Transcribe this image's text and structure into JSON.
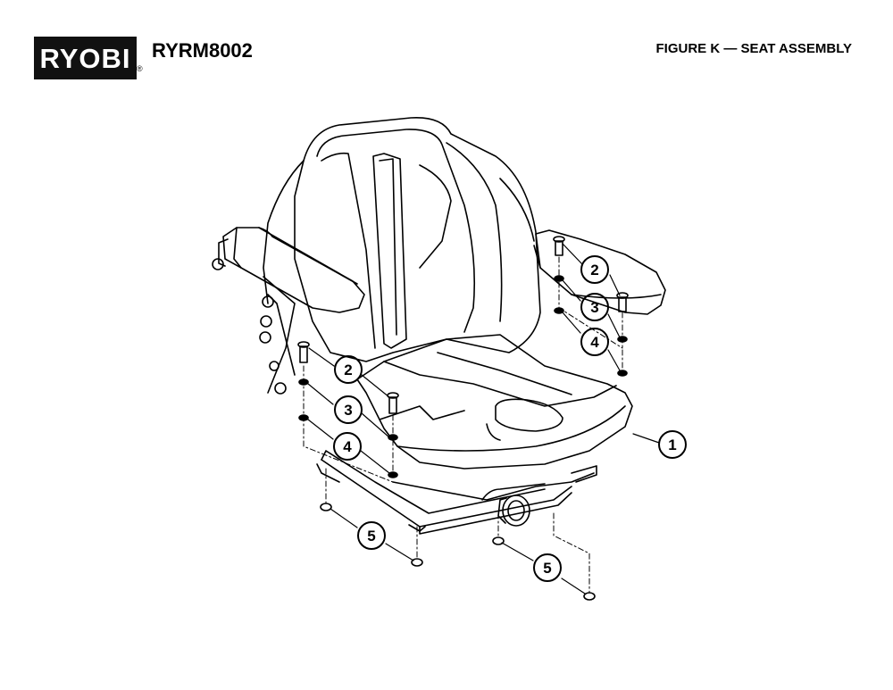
{
  "header": {
    "brand": "RYOBI",
    "model": "RYRM8002",
    "figure_title": "FIGURE K — SEAT ASSEMBLY"
  },
  "callouts": [
    {
      "label": "1"
    },
    {
      "label": "2"
    },
    {
      "label": "3"
    },
    {
      "label": "4"
    },
    {
      "label": "2"
    },
    {
      "label": "3"
    },
    {
      "label": "4"
    },
    {
      "label": "5"
    },
    {
      "label": "5"
    }
  ]
}
